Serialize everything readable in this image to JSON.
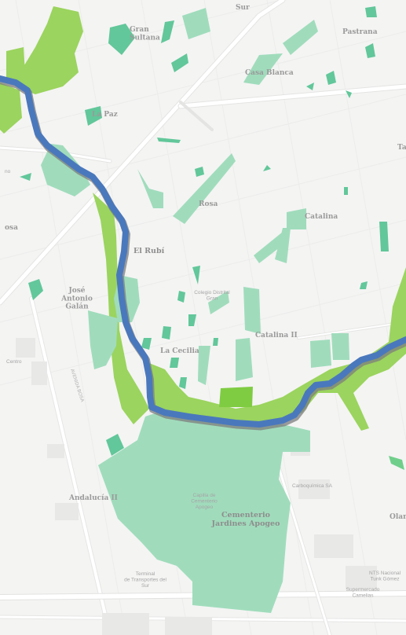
{
  "map": {
    "colors": {
      "background": "#f4f4f3",
      "road": "#ffffff",
      "road_casing": "#e2e2e1",
      "park_light": "#a0dcbc",
      "park_dark": "#62c79a",
      "vegetation": "#9bd45e",
      "route": "#4a78bd",
      "route_shadow": "#7d7d7d"
    },
    "labels": {
      "sur": "Sur",
      "gran_sultana": "Gran\nSultana",
      "pastrana": "Pastrana",
      "casa_blanca": "Casa Blanca",
      "la_paz": "La Paz",
      "rosa": "Rosa",
      "catalina": "Catalina",
      "el_rubi": "El Rubí",
      "jose_antonio_galan": "José\nAntonio\nGalán",
      "colegio_distrital_gran_colombia": "Colegio Distrital\nGran",
      "catalina_ii": "Catalina II",
      "la_cecilia": "La Cecilia",
      "andalucia_ii": "Andalucía II",
      "capilla": "Capilla de\nCementerio\nApogeo",
      "cementerio": "Cementerio\nJardines Apogeo",
      "carboquimica": "Carboquímica SA",
      "terminal": "Terminal\nde Transportes del\nSur",
      "nts_tunk": "NTS Nacional\nTunk Gómez",
      "supermercado": "Supermercado\nCamelias",
      "olarte": "Olart",
      "avenida_bosa": "AVENIDA BOSA",
      "centro": "Centro",
      "left_no": "no",
      "left_osa": "osa",
      "left_edge_ta": "Ta"
    }
  }
}
